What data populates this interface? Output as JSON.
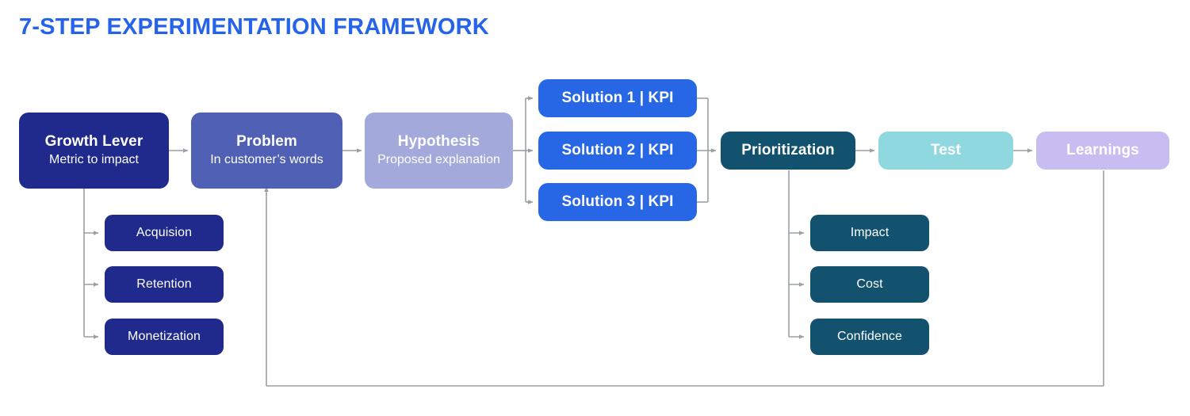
{
  "title": "7-STEP EXPERIMENTATION FRAMEWORK",
  "colors": {
    "title": "#2563eb",
    "growth_lever": "#1f2a8c",
    "problem": "#5060b5",
    "hypothesis": "#a3a9da",
    "solution": "#2767e5",
    "prioritization": "#12526f",
    "test": "#8fd8e0",
    "learnings": "#c8bdf0",
    "lever_sub": "#1f2a8c",
    "priority_sub": "#12526f",
    "connector": "#9aa0a6",
    "background": "#ffffff"
  },
  "nodes": {
    "growth_lever": {
      "title": "Growth Lever",
      "subtitle": "Metric to impact"
    },
    "problem": {
      "title": "Problem",
      "subtitle": "In customer’s words"
    },
    "hypothesis": {
      "title": "Hypothesis",
      "subtitle": "Proposed explanation"
    },
    "prioritization": {
      "title": "Prioritization",
      "subtitle": ""
    },
    "test": {
      "title": "Test",
      "subtitle": ""
    },
    "learnings": {
      "title": "Learnings",
      "subtitle": ""
    }
  },
  "solutions": [
    {
      "label": "Solution 1 | KPI"
    },
    {
      "label": "Solution 2 | KPI"
    },
    {
      "label": "Solution 3 | KPI"
    }
  ],
  "lever_branches": [
    {
      "label": "Acquision"
    },
    {
      "label": "Retention"
    },
    {
      "label": "Monetization"
    }
  ],
  "priority_criteria": [
    {
      "label": "Impact"
    },
    {
      "label": "Cost"
    },
    {
      "label": "Confidence"
    }
  ]
}
